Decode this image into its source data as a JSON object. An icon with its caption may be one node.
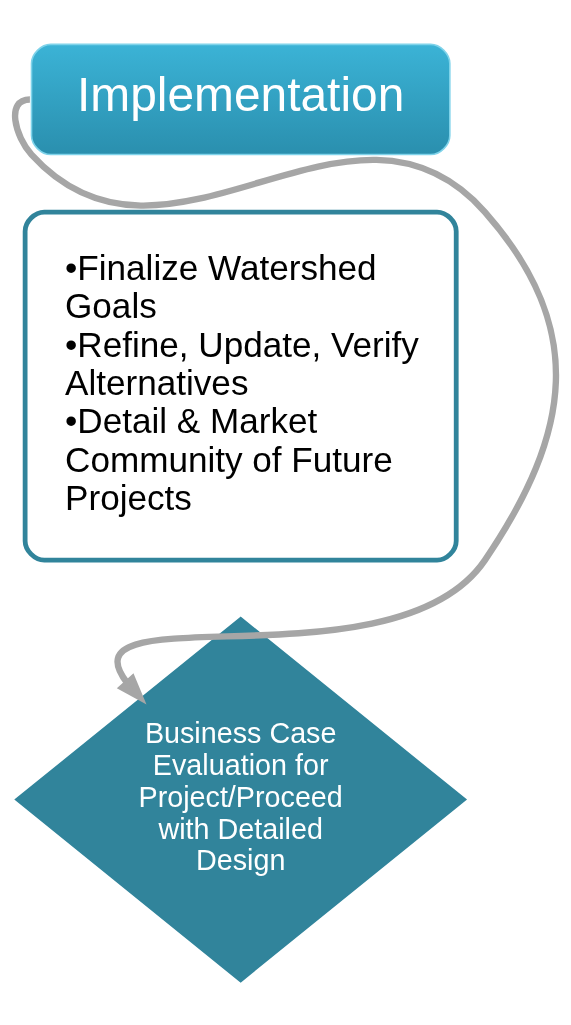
{
  "diagram": {
    "nodes": [
      {
        "text": [
          "Implementation"
        ]
      },
      {
        "text": [
          "•Finalize Watershed Goals",
          "•Refine, Update, Verify Alternatives",
          "•Detail & Market Community of Future Projects"
        ]
      },
      {
        "text": [
          "Business Case Evaluation for Project/Proceed with Detailed Design"
        ]
      }
    ],
    "edges": [
      {
        "from": 0,
        "to": 2,
        "arrow": "to"
      }
    ]
  }
}
